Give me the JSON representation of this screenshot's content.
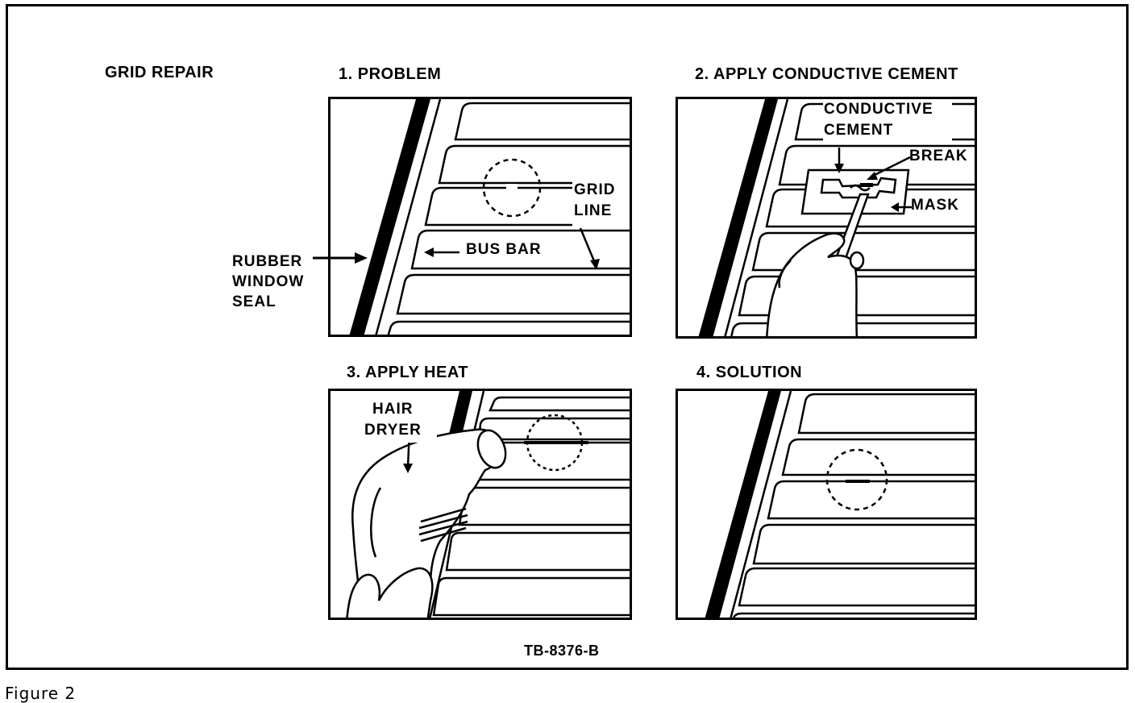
{
  "title": "GRID REPAIR",
  "panels": [
    {
      "heading": "1. PROBLEM"
    },
    {
      "heading": "2. APPLY CONDUCTIVE CEMENT"
    },
    {
      "heading": "3. APPLY HEAT"
    },
    {
      "heading": "4. SOLUTION"
    }
  ],
  "callouts": {
    "rubber_seal": [
      "RUBBER",
      "WINDOW",
      "SEAL"
    ],
    "bus_bar": "BUS BAR",
    "grid_line": [
      "GRID",
      "LINE"
    ],
    "conductive_cement": [
      "CONDUCTIVE",
      "CEMENT"
    ],
    "break": "BREAK",
    "mask": "MASK",
    "hair_dryer": [
      "HAIR",
      "DRYER"
    ]
  },
  "code": "TB-8376-B",
  "figure_caption": "Figure 2"
}
